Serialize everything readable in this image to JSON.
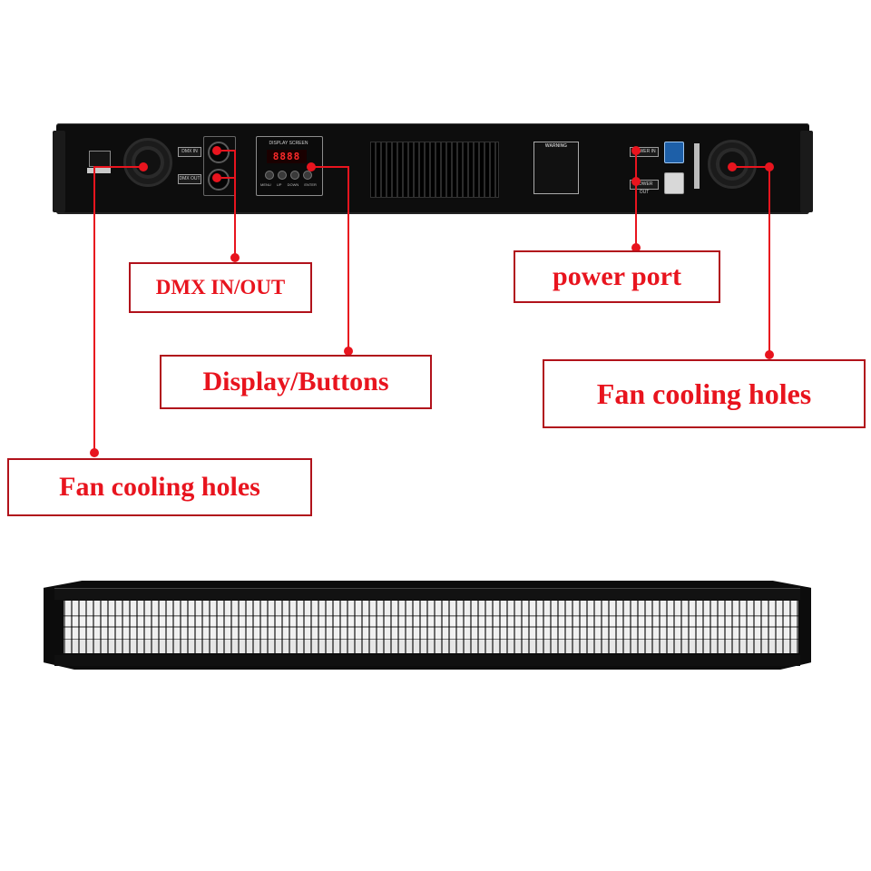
{
  "callouts": {
    "dmx": "DMX IN/OUT",
    "display_buttons": "Display/Buttons",
    "fan_left": "Fan cooling holes",
    "power_port": "power port",
    "fan_right": "Fan cooling holes"
  },
  "panel": {
    "display_header": "DISPLAY SCREEN",
    "display_readout": "8888",
    "buttons": [
      "MENU",
      "UP",
      "DOWN",
      "ENTER"
    ],
    "dmx_in": "DMX IN",
    "dmx_out": "DMX OUT",
    "warning_title": "WARNING",
    "power_in": "POWER IN",
    "power_out": "POWER OUT"
  },
  "colors": {
    "callout_red": "#e8141e",
    "callout_border": "#b1121b",
    "power_connector_blue": "#1d5fa8",
    "display_red": "#ff2a2a"
  }
}
